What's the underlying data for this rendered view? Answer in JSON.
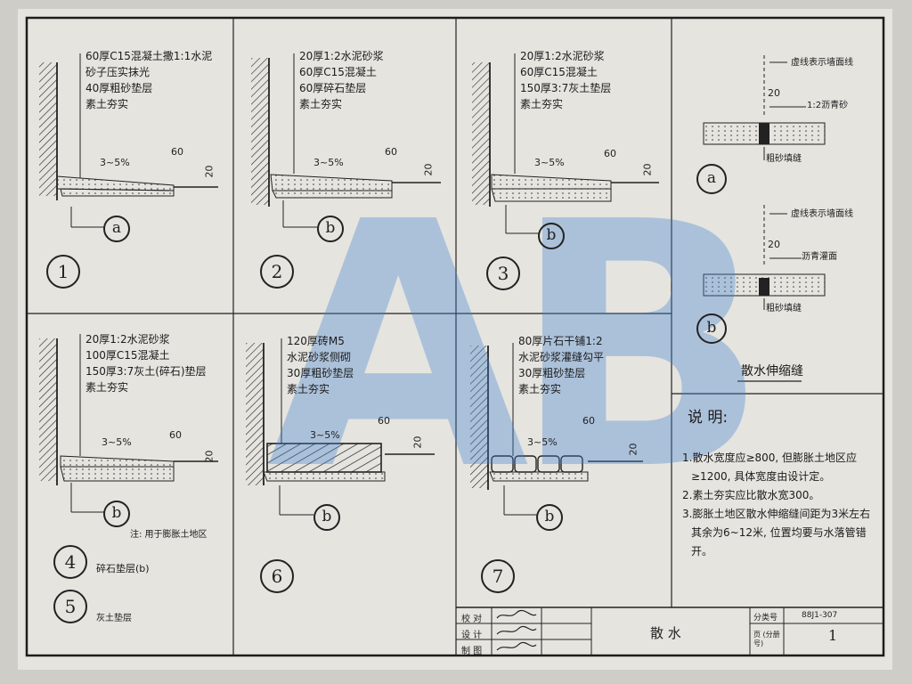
{
  "details": [
    {
      "num": "1",
      "labels": [
        "60厚C15混凝土撒1:1水泥",
        "砂子压实抹光",
        "40厚粗砂垫层",
        "素土夯实"
      ],
      "slope": "3~5%",
      "dim_top": "60",
      "dim_side": "20",
      "ref": "a"
    },
    {
      "num": "2",
      "labels": [
        "20厚1:2水泥砂浆",
        "60厚C15混凝土",
        "60厚碎石垫层",
        "素土夯实"
      ],
      "slope": "3~5%",
      "dim_top": "60",
      "dim_side": "20",
      "ref": "b"
    },
    {
      "num": "3",
      "labels": [
        "20厚1:2水泥砂浆",
        "60厚C15混凝土",
        "150厚3:7灰土垫层",
        "素土夯实"
      ],
      "slope": "3~5%",
      "dim_top": "60",
      "dim_side": "20",
      "ref": "b"
    },
    {
      "num": "4",
      "labels": [
        "20厚1:2水泥砂浆",
        "100厚C15混凝土",
        "150厚3:7灰土(碎石)垫层",
        "素土夯实"
      ],
      "slope": "3~5%",
      "dim_top": "60",
      "dim_side": "20",
      "ref": "b"
    },
    {
      "num": "6",
      "labels": [
        "120厚砖M5",
        "水泥砂浆侧砌",
        "30厚粗砂垫层",
        "素土夯实"
      ],
      "slope": "3~5%",
      "dim_top": "60",
      "dim_side": "20",
      "ref": "b"
    },
    {
      "num": "7",
      "labels": [
        "80厚片石干铺1:2",
        "水泥砂浆灌缝勾平",
        "30厚粗砂垫层",
        "素土夯实"
      ],
      "slope": "3~5%",
      "dim_top": "60",
      "dim_side": "20",
      "ref": "b"
    }
  ],
  "note_swell": "注: 用于膨胀土地区",
  "legend": [
    {
      "num": "4",
      "text": "碎石垫层(b)"
    },
    {
      "num": "5",
      "text": "灰土垫层"
    }
  ],
  "joints": {
    "a": {
      "label": "a",
      "dashed": "虚线表示墙面线",
      "fill": "1:2沥青砂",
      "grout": "粗砂填缝",
      "dim": "20"
    },
    "b": {
      "label": "b",
      "dashed": "虚线表示墙面线",
      "fill": "沥青灌面",
      "grout": "粗砂填缝",
      "dim": "20"
    },
    "title": "散水伸缩缝"
  },
  "notes": {
    "heading": "说  明:",
    "items": [
      "1.散水宽度应≥800, 但膨胀土地区应",
      "≥1200, 具体宽度由设计定。",
      "2.素土夯实应比散水宽300。",
      "3.膨胀土地区散水伸缩缝间距为3米左右",
      "其余为6~12米, 位置均要与水落管错",
      "开。"
    ]
  },
  "titleblock": {
    "rows": [
      "校 对",
      "设 计",
      "制 图"
    ],
    "title": "散 水",
    "cat_label": "分类号",
    "cat_value": "88J1-307",
    "page_label": "页 (分册号)",
    "page_value": "1"
  },
  "watermark": "AB"
}
